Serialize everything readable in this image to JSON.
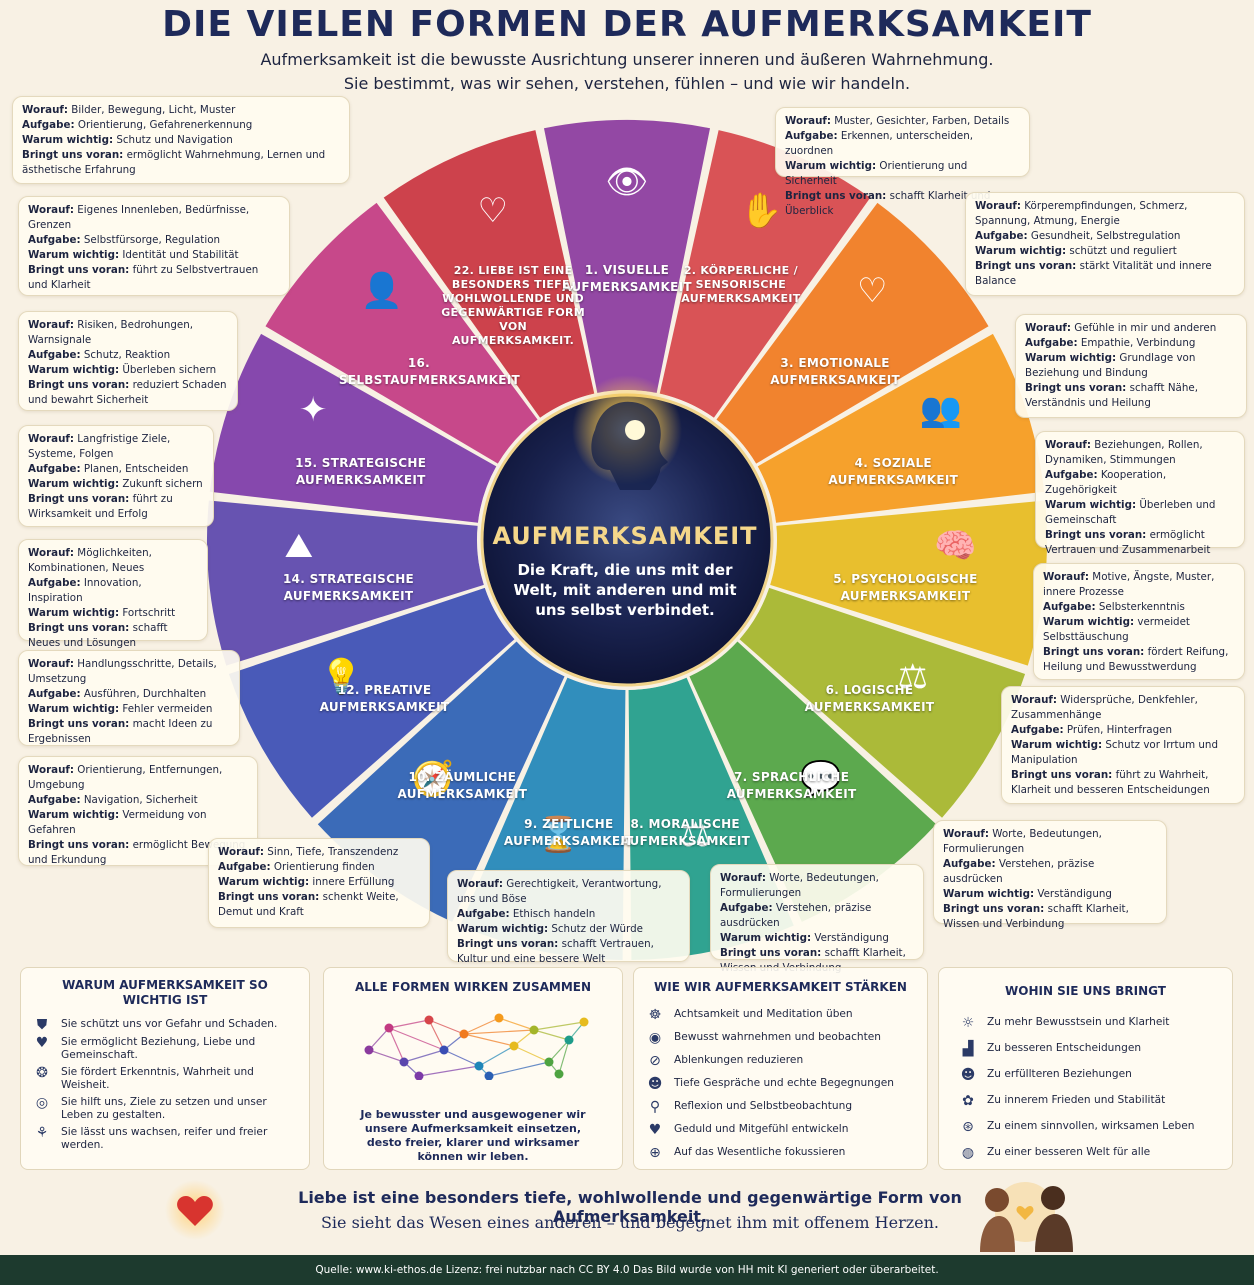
{
  "title": "DIE VIELEN FORMEN DER AUFMERKSAMKEIT",
  "subtitle1": "Aufmerksamkeit ist die bewusste Ausrichtung unserer inneren und äußeren Wahrnehmung.",
  "subtitle2": "Sie bestimmt, was wir sehen, verstehen, fühlen – und wie wir handeln.",
  "center": {
    "title": "AUFMERKSAMKEIT",
    "text": "Die Kraft, die uns mit der Welt, mit anderen und mit uns selbst verbindet."
  },
  "segments": [
    {
      "label": "1. VISUELLE AUFMERKSAMKEIT",
      "color": "#8a3a9e",
      "icon": "👁"
    },
    {
      "label": "2. KÖRPERLICHE / SENSORISCHE AUFMERKSAMKEIT",
      "color": "#d6454a",
      "icon": "✋"
    },
    {
      "label": "3. EMOTIONALE AUFMERKSAMKEIT",
      "color": "#f07a1e",
      "icon": "♡"
    },
    {
      "label": "4. SOZIALE AUFMERKSAMKEIT",
      "color": "#f59a1c",
      "icon": "👥"
    },
    {
      "label": "5. PSYCHOLOGISCHE AUFMERKSAMKEIT",
      "color": "#e6bb1e",
      "icon": "🧠"
    },
    {
      "label": "6. LOGISCHE AUFMERKSAMKEIT",
      "color": "#a4b52a",
      "icon": "⚖"
    },
    {
      "label": "7. SPRACHLICHE AUFMERKSAMKEIT",
      "color": "#4ea341",
      "icon": "💬"
    },
    {
      "label": "8. MORALISCHE AUFMERKSAMKEIT",
      "color": "#1e9c8a",
      "icon": "⚖"
    },
    {
      "label": "9. ZEITLICHE AUFMERKSAMKEIT",
      "color": "#1f86b8",
      "icon": "⌛"
    },
    {
      "label": "10. ZÄUMLICHE AUFMERKSAMKEIT",
      "color": "#2a5fb4",
      "icon": "🧭"
    },
    {
      "label": "12. PREATIVE AUFMERKSAMKEIT",
      "color": "#3a4db4",
      "icon": "💡"
    },
    {
      "label": "14. STRATEGISCHE AUFMERKSAMKEIT",
      "color": "#5a45ad",
      "icon": "⛰"
    },
    {
      "label": "15. STRATEGISCHE AUFMERKSAMKEIT",
      "color": "#7c3aa8",
      "icon": "✦"
    },
    {
      "label": "16. SELBSTAUFMERKSAMKEIT",
      "color": "#c23a82",
      "icon": "👤"
    },
    {
      "label": "22. LIEBE IST EINE BESONDERS TIEFE, WOHLWOLLENDE UND GEGENWÄRTIGE FORM VON AUFMERKSAMKEIT.",
      "color": "#c9333f",
      "icon": "♡"
    }
  ],
  "infos": [
    {
      "worauf": "Bilder, Bewegung, Licht, Muster",
      "aufgabe": "Orientierung, Gefahrenerkennung",
      "warum": "Schutz und Navigation",
      "voran": "ermöglicht Wahrnehmung, Lernen und ästhetische Erfahrung"
    },
    {
      "worauf": "Muster, Gesichter, Farben, Details",
      "aufgabe": "Erkennen, unterscheiden, zuordnen",
      "warum": "Orientierung und Sicherheit",
      "voran": "schafft Klarheit und Überblick"
    },
    {
      "worauf": "Eigenes Innenleben, Bedürfnisse, Grenzen",
      "aufgabe": "Selbstfürsorge, Regulation",
      "warum": "Identität und Stabilität",
      "voran": "führt zu Selbstvertrauen und Klarheit"
    },
    {
      "worauf": "Körperempfindungen, Schmerz, Spannung, Atmung, Energie",
      "aufgabe": "Gesundheit, Selbstregulation",
      "warum": "schützt und reguliert",
      "voran": "stärkt Vitalität und innere Balance"
    },
    {
      "worauf": "Risiken, Bedrohungen, Warnsignale",
      "aufgabe": "Schutz, Reaktion",
      "warum": "Überleben sichern",
      "voran": "reduziert Schaden und bewahrt Sicherheit"
    },
    {
      "worauf": "Gefühle in mir und anderen",
      "aufgabe": "Empathie, Verbindung",
      "warum": "Grundlage von Beziehung und Bindung",
      "voran": "schafft Nähe, Verständnis und Heilung"
    },
    {
      "worauf": "Langfristige Ziele, Systeme, Folgen",
      "aufgabe": "Planen, Entscheiden",
      "warum": "Zukunft sichern",
      "voran": "führt zu Wirksamkeit und Erfolg"
    },
    {
      "worauf": "Beziehungen, Rollen, Dynamiken, Stimmungen",
      "aufgabe": "Kooperation, Zugehörigkeit",
      "warum": "Überleben und Gemeinschaft",
      "voran": "ermöglicht Vertrauen und Zusammenarbeit"
    },
    {
      "worauf": "Möglichkeiten, Kombinationen, Neues",
      "aufgabe": "Innovation, Inspiration",
      "warum": "Fortschritt",
      "voran": "schafft Neues und Lösungen"
    },
    {
      "worauf": "Motive, Ängste, Muster, innere Prozesse",
      "aufgabe": "Selbsterkenntnis",
      "warum": "vermeidet Selbsttäuschung",
      "voran": "fördert Reifung, Heilung und Bewusstwerdung"
    },
    {
      "worauf": "Handlungsschritte, Details, Umsetzung",
      "aufgabe": "Ausführen, Durchhalten",
      "warum": "Fehler vermeiden",
      "voran": "macht Ideen zu Ergebnissen"
    },
    {
      "worauf": "Widersprüche, Denkfehler, Zusammenhänge",
      "aufgabe": "Prüfen, Hinterfragen",
      "warum": "Schutz vor Irrtum und Manipulation",
      "voran": "führt zu Wahrheit, Klarheit und besseren Entscheidungen"
    },
    {
      "worauf": "Orientierung, Entfernungen, Umgebung",
      "aufgabe": "Navigation, Sicherheit",
      "warum": "Vermeidung von Gefahren",
      "voran": "ermöglicht Bewegung und Erkundung"
    },
    {
      "worauf": "Worte, Bedeutungen, Formulierungen",
      "aufgabe": "Verstehen, präzise ausdrücken",
      "warum": "Verständigung",
      "voran": "schafft Klarheit, Wissen und Verbindung"
    },
    {
      "worauf": "Sinn, Tiefe, Transzendenz",
      "aufgabe": "Orientierung finden",
      "warum": "innere Erfüllung",
      "voran": "schenkt Weite, Demut und Kraft"
    },
    {
      "worauf": "Gerechtigkeit, Verantwortung, uns und Böse",
      "aufgabe": "Ethisch handeln",
      "warum": "Schutz der Würde",
      "voran": "schafft Vertrauen, Kultur und eine bessere Welt"
    },
    {
      "worauf": "Worte, Bedeutungen, Formulierungen",
      "aufgabe": "Verstehen, präzise ausdrücken",
      "warum": "Verständigung",
      "voran": "schafft Klarheit, Wissen und Verbindung"
    }
  ],
  "keys": {
    "worauf": "Worauf:",
    "aufgabe": "Aufgabe:",
    "warum": "Warum wichtig:",
    "voran": "Bringt uns voran:"
  },
  "panels": {
    "why": {
      "title": "WARUM AUFMERKSAMKEIT SO WICHTIG IST",
      "items": [
        {
          "icon": "shield-icon",
          "glyph": "⛊",
          "text": "Sie schützt uns vor Gefahr und Schaden."
        },
        {
          "icon": "heart-icon",
          "glyph": "♥",
          "text": "Sie ermöglicht Beziehung, Liebe und Gemeinschaft."
        },
        {
          "icon": "brain-icon",
          "glyph": "❂",
          "text": "Sie fördert Erkenntnis, Wahrheit und Weisheit."
        },
        {
          "icon": "target-icon",
          "glyph": "◎",
          "text": "Sie hilft uns, Ziele zu setzen und unser Leben zu gestalten."
        },
        {
          "icon": "sprout-icon",
          "glyph": "⚘",
          "text": "Sie lässt uns wachsen, reifer und freier werden."
        }
      ]
    },
    "together": {
      "title": "ALLE FORMEN WIRKEN ZUSAMMEN",
      "text": "Je bewusster und ausgewogener wir unsere Aufmerksamkeit einsetzen, desto freier, klarer und wirksamer können wir leben."
    },
    "strengthen": {
      "title": "WIE WIR AUFMERKSAMKEIT STÄRKEN",
      "items": [
        {
          "icon": "meditation-icon",
          "glyph": "☸",
          "text": "Achtsamkeit und Meditation üben"
        },
        {
          "icon": "eye-icon",
          "glyph": "◉",
          "text": "Bewusst wahrnehmen und beobachten"
        },
        {
          "icon": "no-distraction-icon",
          "glyph": "⊘",
          "text": "Ablenkungen reduzieren"
        },
        {
          "icon": "people-icon",
          "glyph": "☻",
          "text": "Tiefe Gespräche und echte Begegnungen"
        },
        {
          "icon": "magnifier-icon",
          "glyph": "⚲",
          "text": "Reflexion und Selbstbeobachtung"
        },
        {
          "icon": "heart-hands-icon",
          "glyph": "♥",
          "text": "Geduld und Mitgefühl entwickeln"
        },
        {
          "icon": "focus-icon",
          "glyph": "⊕",
          "text": "Auf das Wesentliche fokussieren"
        }
      ]
    },
    "where": {
      "title": "WOHIN SIE UNS BRINGT",
      "items": [
        {
          "icon": "sun-icon",
          "glyph": "☼",
          "text": "Zu mehr Bewusstsein und Klarheit"
        },
        {
          "icon": "stairs-icon",
          "glyph": "▟",
          "text": "Zu besseren Entscheidungen"
        },
        {
          "icon": "family-icon",
          "glyph": "☻",
          "text": "Zu erfüllteren Beziehungen"
        },
        {
          "icon": "lotus-icon",
          "glyph": "✿",
          "text": "Zu innerem Frieden und Stabilität"
        },
        {
          "icon": "compass-icon",
          "glyph": "⊛",
          "text": "Zu einem sinnvollen, wirksamen Leben"
        },
        {
          "icon": "globe-icon",
          "glyph": "◍",
          "text": "Zu einer besseren Welt für alle"
        }
      ]
    }
  },
  "quote1": "Liebe ist eine besonders tiefe, wohlwollende und gegenwärtige Form von Aufmerksamkeit.",
  "quote2": "Sie sieht das Wesen eines anderen – und begegnet ihm mit offenem Herzen.",
  "footer": "Quelle: www.ki-ethos.de Lizenz: frei nutzbar nach CC BY 4.0 Das Bild wurde von HH mit KI generiert oder überarbeitet."
}
